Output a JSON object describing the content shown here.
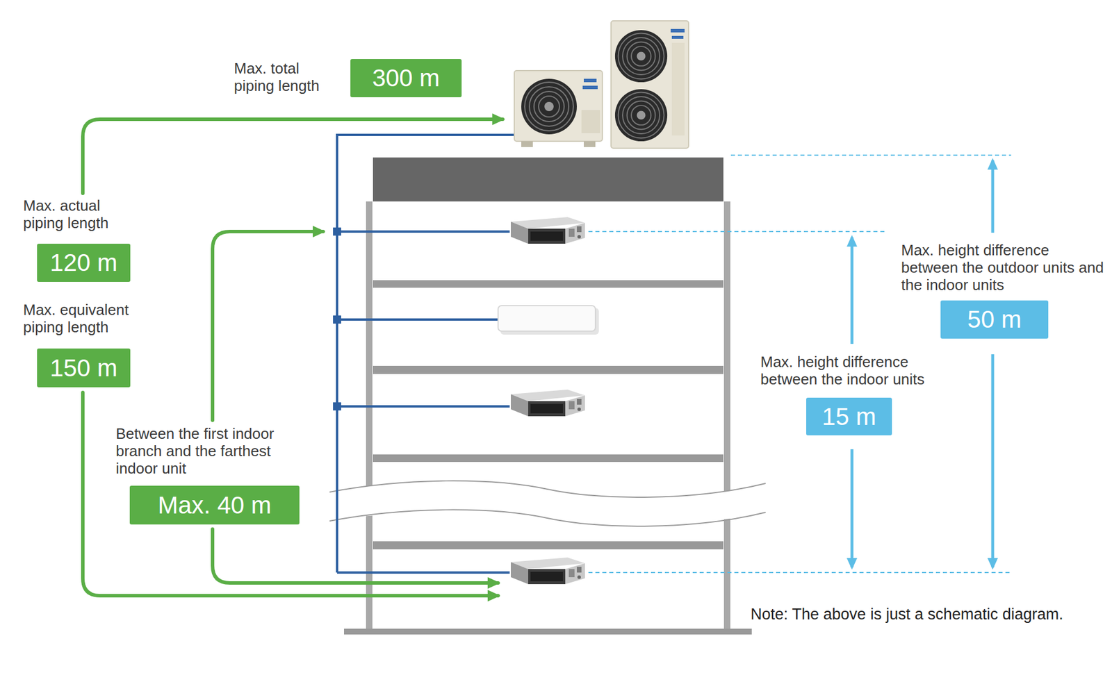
{
  "diagram": {
    "nodes": [
      {
        "text": [
          "Max. total piping length",
          "300 m"
        ]
      },
      {
        "text": [
          "Max. actual piping length",
          "120 m"
        ]
      },
      {
        "text": [
          "Max. equivalent piping length",
          "150 m"
        ]
      },
      {
        "text": [
          "Max. height difference between the outdoor units and the indoor units",
          "50 m"
        ]
      },
      {
        "text": [
          "Max. height difference between the indoor units",
          "15 m"
        ]
      },
      {
        "text": [
          "Between the first indoor branch and the farthest indoor unit",
          "Max. 40 m"
        ]
      }
    ],
    "labels": [
      "Note: The above is just a schematic diagram."
    ]
  }
}
